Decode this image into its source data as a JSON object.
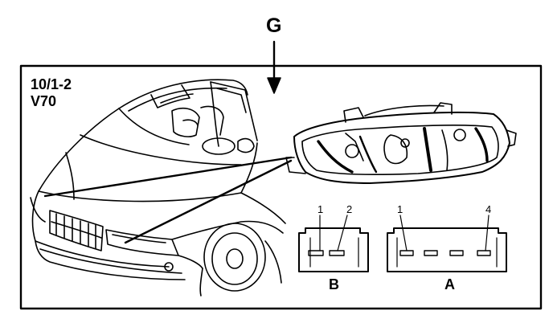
{
  "diagram": {
    "view_label": "G",
    "model_code": "10/1-2",
    "model_name": "V70",
    "connector_b": {
      "letter": "B",
      "pins": [
        "1",
        "2"
      ]
    },
    "connector_a": {
      "letter": "A",
      "pins": [
        "1",
        "4"
      ]
    }
  }
}
